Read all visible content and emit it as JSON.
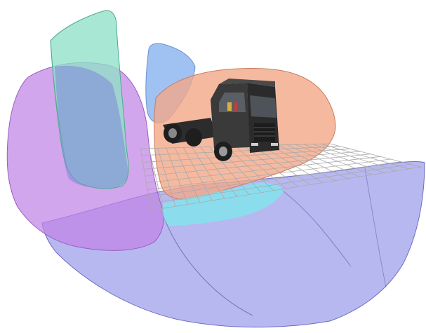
{
  "figure": {
    "background": "#ffffff",
    "zones": [
      {
        "key": "front-right-mirror",
        "color": "#8fe0c8"
      },
      {
        "key": "left-window",
        "color": "#8fb7f0"
      },
      {
        "key": "rear-view-left",
        "color": "#c183e6"
      },
      {
        "key": "close-proximity-front",
        "color": "#f2a888"
      },
      {
        "key": "wide-field-front",
        "color": "#8c8de8"
      },
      {
        "key": "blind-spot-overlap",
        "color": "#7fe6ee"
      }
    ],
    "grid": {
      "color": "#a9a9a9"
    },
    "vehicle": {
      "type": "truck-tractor",
      "body_color": "#3a3a3a",
      "icon": "truck-icon"
    }
  }
}
